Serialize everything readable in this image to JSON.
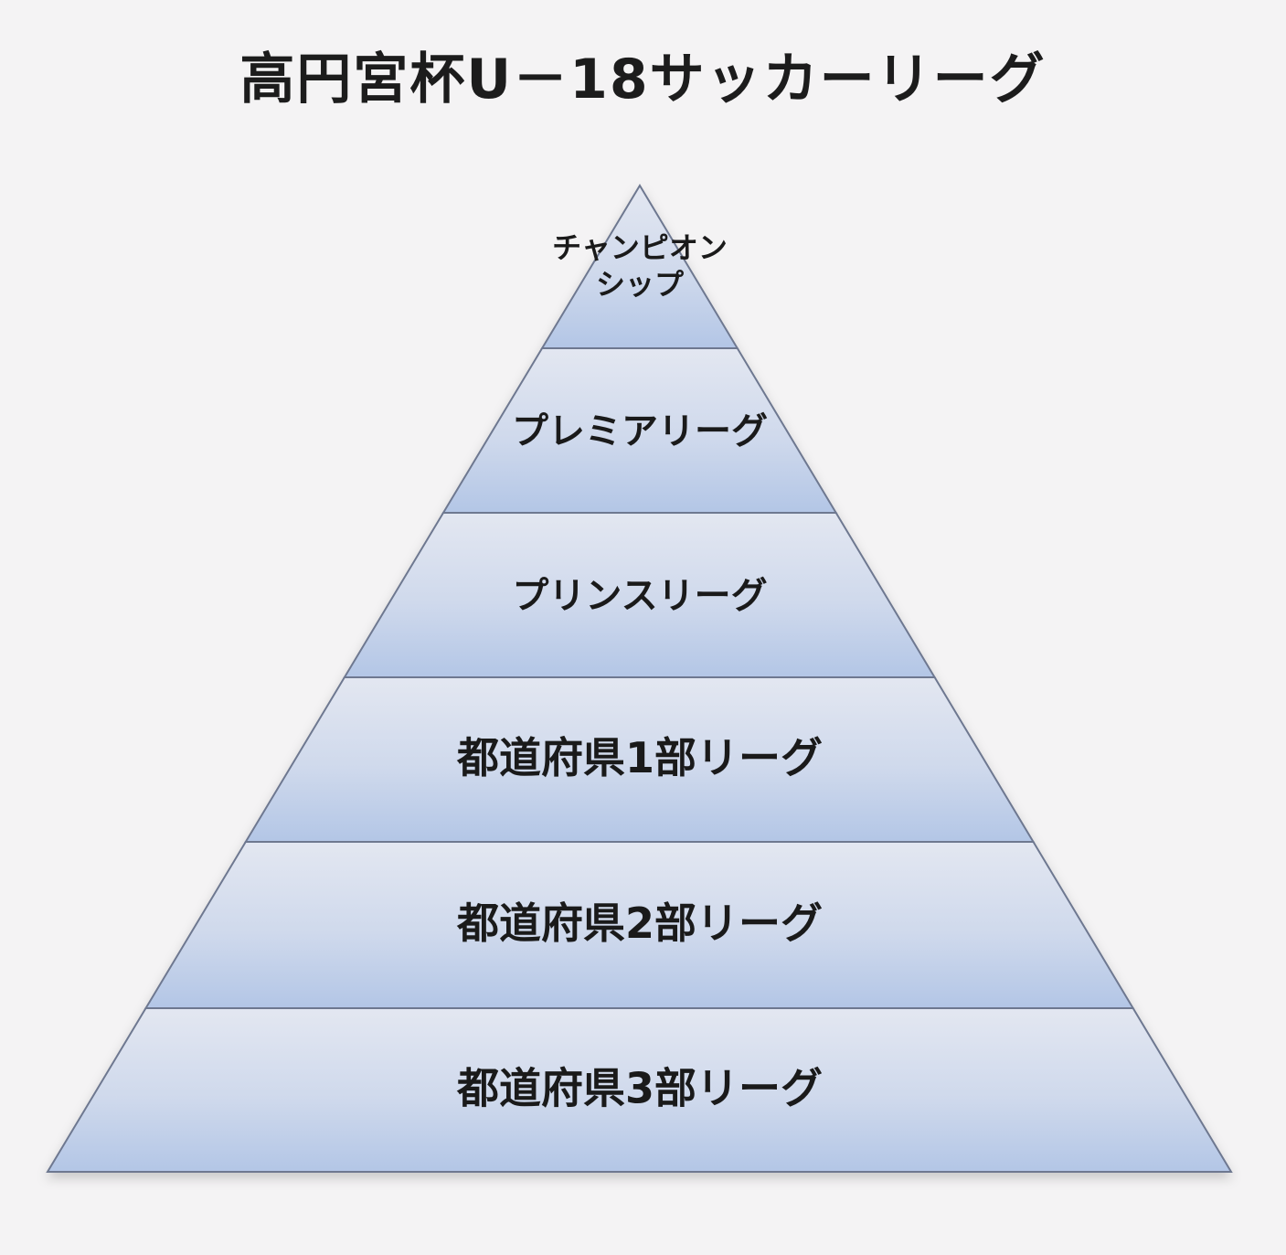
{
  "title": "高円宮杯U－18サッカーリーグ",
  "tiers": [
    {
      "label_lines": [
        "チャンピオン",
        "シップ"
      ]
    },
    {
      "label_lines": [
        "プレミアリーグ"
      ]
    },
    {
      "label_lines": [
        "プリンスリーグ"
      ]
    },
    {
      "label_lines": [
        "都道府県1部リーグ"
      ]
    },
    {
      "label_lines": [
        "都道府県2部リーグ"
      ]
    },
    {
      "label_lines": [
        "都道府県3部リーグ"
      ]
    }
  ],
  "colors": {
    "tier_fill_top": "#e3e7f1",
    "tier_fill_bottom": "#b3c6e6",
    "divider": "#6e7890",
    "outline": "#8e9bb6",
    "background": "#f4f3f4",
    "text": "#1a1a1a"
  }
}
